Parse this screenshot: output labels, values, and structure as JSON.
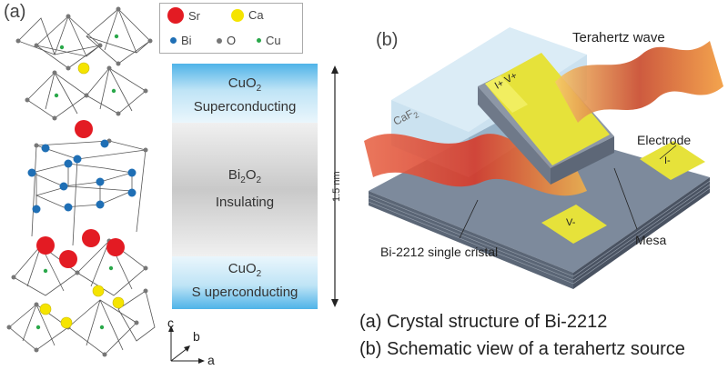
{
  "panel_a": {
    "label": "(a)",
    "legend": {
      "sr": "Sr",
      "ca": "Ca",
      "bi": "Bi",
      "o": "O",
      "cu": "Cu"
    },
    "layers": {
      "top": {
        "line1": "CuO",
        "sub1": "2",
        "line2": "Superconducting"
      },
      "middle": {
        "line1": "Bi",
        "sub1": "2",
        "line1b": "O",
        "sub2": "2",
        "line2": "Insulating"
      },
      "bottom": {
        "line1": "CuO",
        "sub1": "2",
        "line2": "S uperconducting"
      }
    },
    "scale": "1.5 nm",
    "axes": {
      "c": "c",
      "b": "b",
      "a": "a"
    },
    "colors": {
      "sr": "#e31b23",
      "ca": "#f5e400",
      "bi": "#1f6fb5",
      "o": "#777777",
      "cu": "#2aa84a"
    }
  },
  "panel_b": {
    "label": "(b)",
    "terahertz": "Terahertz wave",
    "caf": "CaF",
    "caf_sub": "2",
    "electrode": "Electrode",
    "mesa": "Mesa",
    "crystal": "Bi-2212 single cristal",
    "pads": {
      "top": "I+ V+",
      "right": "I-",
      "bottom": "V-"
    }
  },
  "captions": {
    "a": "(a) Crystal structure of Bi-2212",
    "b": "(b) Schematic view of a terahertz source"
  }
}
